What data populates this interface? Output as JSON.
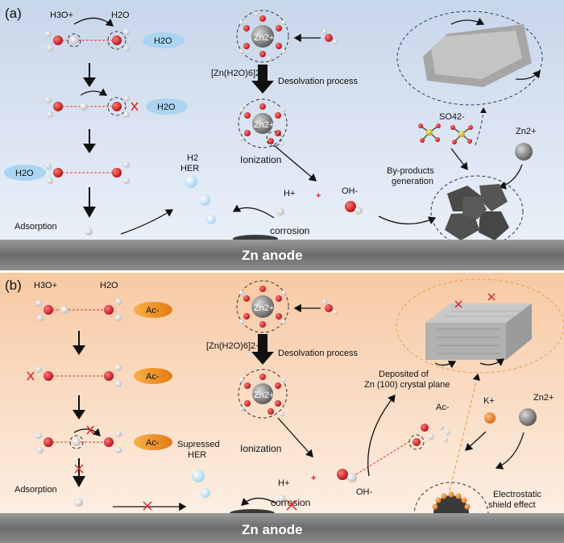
{
  "panel_a": {
    "label": "(a)",
    "h3o": "H3O+",
    "h2o_top": "H2O",
    "h2o_bubble_1": "H2O",
    "h2o_bubble_2": "H2O",
    "h2o_bubble_3": "H2O",
    "adsorption": "Adsorption",
    "zn_complex": "[Zn(H2O)6]2+",
    "desolvation": "Desolvation process",
    "ionization": "Ionization",
    "h2": "H2",
    "her": "HER",
    "h_plus": "H+",
    "plus": "+",
    "oh_minus": "OH-",
    "corrosion": "corrosion",
    "byproducts_1": "By-products",
    "byproducts_2": "generation",
    "so4": "SO42-",
    "zn2": "Zn2+",
    "zn_ion_core": "Zn2+"
  },
  "panel_b": {
    "label": "(b)",
    "h3o": "H3O+",
    "h2o_top": "H2O",
    "ac_1": "Ac-",
    "ac_2": "Ac-",
    "ac_3": "Ac-",
    "adsorption": "Adsorption",
    "zn_complex": "[Zn(H2O)6]2+",
    "desolvation": "Desolvation process",
    "ionization": "Ionization",
    "suppressed_1": "Supressed",
    "suppressed_2": "HER",
    "h_plus": "H+",
    "plus": "+",
    "oh_minus": "OH-",
    "corrosion": "corrosion",
    "deposited_1": "Deposited of",
    "deposited_2": "Zn (100) crystal plane",
    "ac_mol": "Ac-",
    "k_plus": "K+",
    "zn2": "Zn2+",
    "electrostatic_1": "Electrostatic",
    "electrostatic_2": "shield effect",
    "zn_ion_core": "Zn2+"
  },
  "anode_label": "Zn anode",
  "colors": {
    "panel_a_bg": "#dde7f4",
    "panel_b_bg": "#fbe4d0",
    "anode": "#7d7d7d",
    "oxygen": "#c8161d",
    "hydrogen": "#f2f2f2",
    "zinc": "#7f7f7f",
    "h2o_bubble": "#a9d4f2",
    "ac_bubble": "#f29a2e",
    "sulfur": "#d8c021",
    "potassium": "#ef8b2c",
    "cross": "#d62828",
    "orange_dash": "#e8a04a"
  }
}
